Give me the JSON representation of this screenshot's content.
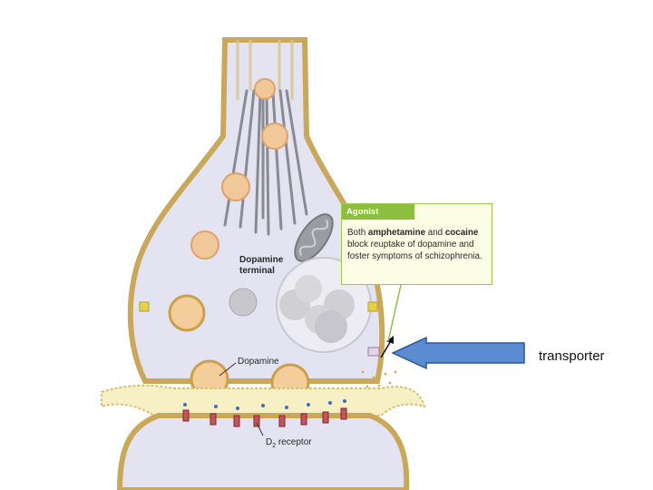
{
  "diagram": {
    "terminal_label": "Dopamine\nterminal",
    "dopamine_label": "Dopamine",
    "receptor_label": {
      "main": "D",
      "sub": "2",
      "rest": " receptor"
    },
    "agonist": {
      "header": "Agonist",
      "text_1": "Both ",
      "bold_1": "amphetamine",
      "text_2": " and ",
      "bold_2": "cocaine",
      "text_3": " block reuptake of dopamine and foster symptoms of schizophrenia."
    },
    "transporter_label": "transporter"
  },
  "colors": {
    "cytoplasm": "#e3e3f2",
    "membrane": "#c9a85a",
    "synapse": "#f6f0c4",
    "agonist_green": "#8cbf3f",
    "arrow_blue": "#5b8bd0"
  }
}
